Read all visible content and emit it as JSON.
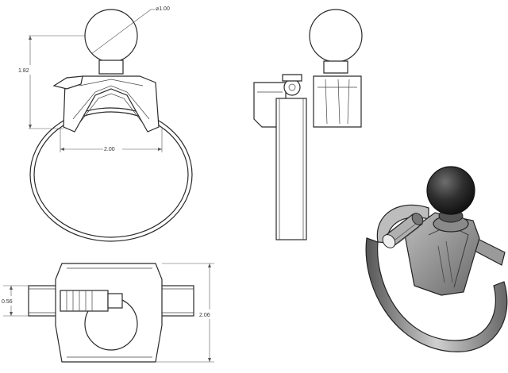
{
  "dimensions": {
    "ball_diameter": "⌀1.00",
    "height_top": "1.82",
    "band_width": "2.00",
    "thickness": "0.56",
    "overall_height": "2.06"
  },
  "colors": {
    "line": "#2a2a2a",
    "shade_dark": "#3c3c3c",
    "shade_mid": "#8a8a8a",
    "shade_light": "#cfcfcf"
  }
}
